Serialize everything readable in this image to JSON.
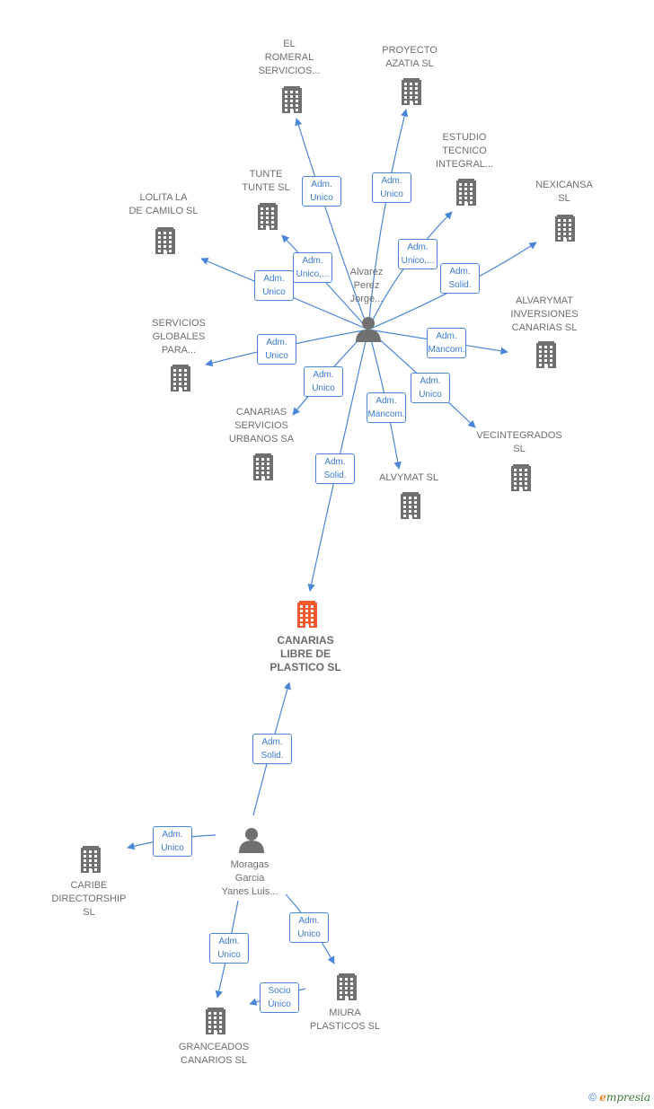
{
  "colors": {
    "edge": "#4a86d8",
    "building": "#707070",
    "building_main": "#f25a2e",
    "person": "#707070"
  },
  "nodes": [
    {
      "id": "person1",
      "icon": "person-icon",
      "label": "Alvarez\nPerez\nJorge..."
    },
    {
      "id": "person2",
      "icon": "person-icon",
      "label": "Moragas\nGarcia\nYanes Luis..."
    },
    {
      "id": "main",
      "icon": "building-icon",
      "label": "CANARIAS\nLIBRE DE\nPLASTICO  SL"
    },
    {
      "id": "el_romeral",
      "icon": "building-icon",
      "label": "EL\nROMERAL\nSERVICIOS..."
    },
    {
      "id": "proyecto_azatia",
      "icon": "building-icon",
      "label": "PROYECTO\nAZATIA SL"
    },
    {
      "id": "estudio_tecnico",
      "icon": "building-icon",
      "label": "ESTUDIO\nTECNICO\nINTEGRAL..."
    },
    {
      "id": "tunte",
      "icon": "building-icon",
      "label": "TUNTE\nTUNTE  SL"
    },
    {
      "id": "nexicansa",
      "icon": "building-icon",
      "label": "NEXICANSA\nSL"
    },
    {
      "id": "lolita",
      "icon": "building-icon",
      "label": "LOLITA LA\nDE CAMILO  SL"
    },
    {
      "id": "alvarymat",
      "icon": "building-icon",
      "label": "ALVARYMAT\nINVERSIONES\nCANARIAS   SL"
    },
    {
      "id": "servicios_globales",
      "icon": "building-icon",
      "label": "SERVICIOS\nGLOBALES\nPARA..."
    },
    {
      "id": "canarias_servicios",
      "icon": "building-icon",
      "label": "CANARIAS\nSERVICIOS\nURBANOS SA"
    },
    {
      "id": "vecintegrados",
      "icon": "building-icon",
      "label": "VECINTEGRADOS\nSL"
    },
    {
      "id": "alvymat",
      "icon": "building-icon",
      "label": "ALVYMAT  SL"
    },
    {
      "id": "caribe",
      "icon": "building-icon",
      "label": "CARIBE\nDIRECTORSHIP\nSL"
    },
    {
      "id": "miura",
      "icon": "building-icon",
      "label": "MIURA\nPLASTICOS  SL"
    },
    {
      "id": "granceados",
      "icon": "building-icon",
      "label": "GRANCEADOS\nCANARIOS  SL"
    }
  ],
  "edges": [
    {
      "from": "person1",
      "to": "el_romeral",
      "label": "Adm.\nUnico"
    },
    {
      "from": "person1",
      "to": "proyecto_azatia",
      "label": "Adm.\nUnico"
    },
    {
      "from": "person1",
      "to": "estudio_tecnico",
      "label": "Adm.\nUnico,..."
    },
    {
      "from": "person1",
      "to": "tunte",
      "label": "Adm.\nUnico,..."
    },
    {
      "from": "person1",
      "to": "nexicansa",
      "label": "Adm.\nSolid."
    },
    {
      "from": "person1",
      "to": "lolita",
      "label": "Adm.\nUnico"
    },
    {
      "from": "person1",
      "to": "alvarymat",
      "label": "Adm.\nMancom."
    },
    {
      "from": "person1",
      "to": "servicios_globales",
      "label": "Adm.\nUnico"
    },
    {
      "from": "person1",
      "to": "canarias_servicios",
      "label": "Adm.\nUnico"
    },
    {
      "from": "person1",
      "to": "vecintegrados",
      "label": "Adm.\nUnico"
    },
    {
      "from": "person1",
      "to": "alvymat",
      "label": "Adm.\nMancom."
    },
    {
      "from": "person1",
      "to": "main",
      "label": "Adm.\nSolid."
    },
    {
      "from": "person2",
      "to": "main",
      "label": "Adm.\nSolid."
    },
    {
      "from": "person2",
      "to": "caribe",
      "label": "Adm.\nUnico"
    },
    {
      "from": "person2",
      "to": "miura",
      "label": "Adm.\nUnico"
    },
    {
      "from": "person2",
      "to": "granceados",
      "label": "Adm.\nUnico"
    },
    {
      "from": "miura",
      "to": "granceados",
      "label": "Socio\nÚnico"
    }
  ],
  "footer": {
    "copyright_symbol": "©",
    "brand_initial": "e",
    "brand_rest": "mpresia"
  }
}
